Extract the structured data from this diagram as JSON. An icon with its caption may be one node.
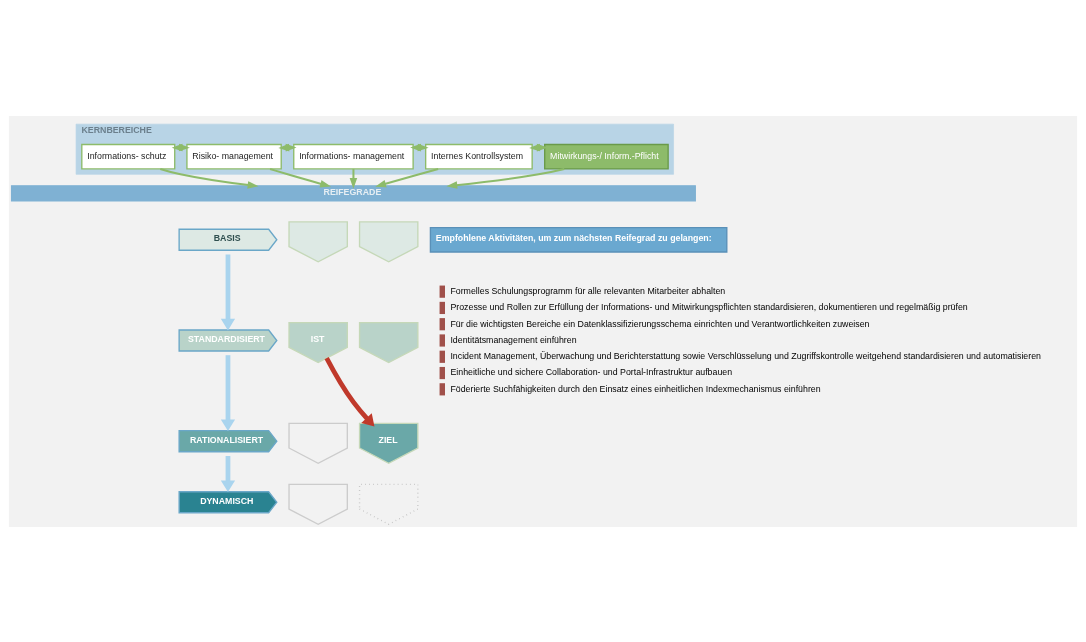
{
  "diagram": {
    "nodes": [
      {
        "text": [
          "KERNBEREICHE"
        ]
      },
      {
        "text": [
          "Informations- schutz"
        ],
        "in": 0
      },
      {
        "text": [
          "Risiko- management"
        ],
        "in": 0
      },
      {
        "text": [
          "Informations- management"
        ],
        "in": 0
      },
      {
        "text": [
          "Internes Kontrollsystem"
        ],
        "in": 0
      },
      {
        "text": [
          "Mitwirkungs-/ Inform.-Pflicht"
        ],
        "in": 0
      },
      {
        "text": [
          "REIFEGRADE"
        ]
      },
      {
        "text": [
          "BASIS"
        ]
      },
      {
        "text": [],
        "shape": "chevron"
      },
      {
        "text": [],
        "shape": "chevron"
      },
      {
        "text": [
          "STANDARDISIERT"
        ]
      },
      {
        "text": [
          "IST"
        ]
      },
      {
        "text": [],
        "shape": "chevron"
      },
      {
        "text": [
          "RATIONALISIERT"
        ]
      },
      {
        "text": [],
        "shape": "chevron"
      },
      {
        "text": [
          "ZIEL"
        ]
      },
      {
        "text": [
          "DYNAMISCH"
        ]
      },
      {
        "text": [],
        "shape": "chevron"
      },
      {
        "text": [],
        "shape": "chevron"
      },
      {
        "text": [
          "Empfohlene Aktivitäten, um zum nächsten Reifegrad zu gelangen:"
        ]
      }
    ],
    "edges": [
      {
        "from": 1,
        "to": 2,
        "arrow": "both"
      },
      {
        "from": 2,
        "to": 3,
        "arrow": "both"
      },
      {
        "from": 3,
        "to": 4,
        "arrow": "both"
      },
      {
        "from": 4,
        "to": 5,
        "arrow": "both"
      },
      {
        "from": 1,
        "to": 6,
        "arrow": "to"
      },
      {
        "from": 2,
        "to": 6,
        "arrow": "to"
      },
      {
        "from": 3,
        "to": 6,
        "arrow": "to"
      },
      {
        "from": 4,
        "to": 6,
        "arrow": "to"
      },
      {
        "from": 5,
        "to": 6,
        "arrow": "to"
      },
      {
        "from": 7,
        "to": 10,
        "arrow": "to",
        "style": "thick",
        "color": "#a9d4ee"
      },
      {
        "from": 10,
        "to": 13,
        "arrow": "to",
        "style": "thick",
        "color": "#a9d4ee"
      },
      {
        "from": 13,
        "to": 16,
        "arrow": "to",
        "style": "thick",
        "color": "#a9d4ee"
      },
      {
        "from": 11,
        "to": 15,
        "arrow": "to",
        "style": "thick",
        "color": "#c0392b"
      }
    ],
    "labels": [
      "Formelles Schulungsprogramm für alle relevanten Mitarbeiter abhalten",
      "Prozesse und Rollen zur Erfüllung der Informations- und Mitwirkungspflichten standardisieren, dokumentieren und regelmäßig prüfen",
      "Für die wichtigsten Bereiche ein Datenklassifizierungsschema einrichten und Verantwortlichkeiten zuweisen",
      "Identitätsmanagement einführen",
      "Incident Management, Überwachung und Berichterstattung sowie Verschlüsselung und Zugriffskontrolle weitgehend standardisieren und automatisieren",
      "Einheitliche und sichere Collaboration- und Portal-Infrastruktur aufbauen",
      "Föderierte Suchfähigkeiten durch den Einsatz eines einheitlichen Indexmechanismus einführen"
    ]
  }
}
